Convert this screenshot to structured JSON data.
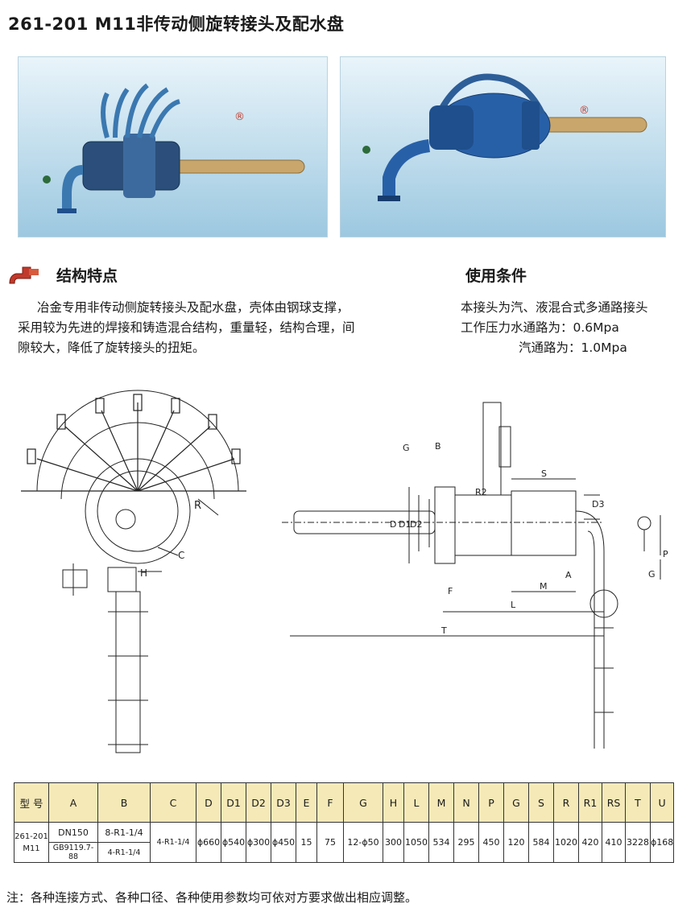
{
  "title": "261-201 M11非传动侧旋转接头及配水盘",
  "features": {
    "heading": "结构特点",
    "text_lines": [
      "冶金专用非传动侧旋转接头及配水盘，壳体由钢球支撑，",
      "采用较为先进的焊接和铸造混合结构，重量轻，结构合理，间",
      "隙较大，降低了旋转接头的扭矩。"
    ]
  },
  "conditions": {
    "heading": "使用条件",
    "lines": [
      "本接头为汽、液混合式多通路接头",
      "工作压力水通路为：0.6Mpa",
      "汽通路为：1.0Mpa"
    ]
  },
  "drawing_labels": {
    "left": [
      "R",
      "C",
      "H"
    ],
    "right": [
      "G",
      "B",
      "R2",
      "S",
      "D",
      "D1",
      "D2",
      "D3",
      "P",
      "G",
      "A",
      "M",
      "F",
      "L",
      "T"
    ]
  },
  "table": {
    "header_model": "型 号",
    "columns": [
      "A",
      "B",
      "C",
      "D",
      "D1",
      "D2",
      "D3",
      "E",
      "F",
      "G",
      "H",
      "L",
      "M",
      "N",
      "P",
      "G",
      "S",
      "R",
      "R1",
      "RS",
      "T",
      "U"
    ],
    "model": [
      "261-201",
      "M11"
    ],
    "A": [
      "DN150",
      "GB9119.7-88"
    ],
    "B": [
      "8-R1-1/4",
      "4-R1-1/4"
    ],
    "values": [
      "4-R1-1/4",
      "ϕ660",
      "ϕ540",
      "ϕ300",
      "ϕ450",
      "15",
      "75",
      "12-ϕ50",
      "300",
      "1050",
      "534",
      "295",
      "450",
      "120",
      "584",
      "1020",
      "420",
      "410",
      "3228",
      "ϕ168"
    ]
  },
  "note": "注：各种连接方式、各种口径、各种使用参数均可依对方要求做出相应调整。",
  "colors": {
    "photo_bg": "#bfdcec",
    "equipment": "#1f4f8c",
    "shaft": "#c9a66b",
    "table_header": "#f5e9b8",
    "icon": "#c0392b"
  }
}
